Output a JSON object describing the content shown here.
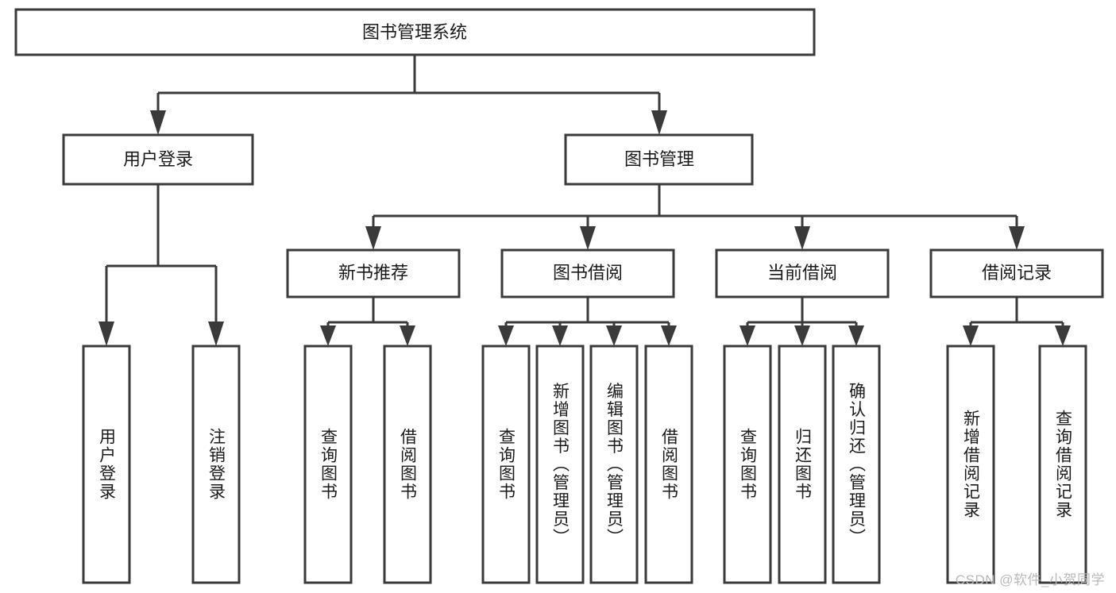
{
  "diagram": {
    "type": "hierarchy-tree",
    "title": "图书管理系统",
    "orientation": "top-down",
    "levels": 4,
    "colors": {
      "box_stroke": "#3a3a3a",
      "box_fill": "#ffffff",
      "connector": "#3a3a3a",
      "text": "#1a1a1a",
      "watermark": "#b9b9b9",
      "background": "#ffffff"
    },
    "root": {
      "label": "图书管理系统"
    },
    "level2": [
      {
        "label": "用户登录"
      },
      {
        "label": "图书管理"
      }
    ],
    "level3": [
      {
        "label": "新书推荐"
      },
      {
        "label": "图书借阅"
      },
      {
        "label": "当前借阅"
      },
      {
        "label": "借阅记录"
      }
    ],
    "leaves": {
      "user_login": [
        {
          "label": "用户登录"
        },
        {
          "label": "注销登录"
        }
      ],
      "new_book_recommend": [
        {
          "label": "查询图书"
        },
        {
          "label": "借阅图书"
        }
      ],
      "book_borrow": [
        {
          "label": "查询图书"
        },
        {
          "label": "新增图书（管理员）"
        },
        {
          "label": "编辑图书（管理员）"
        },
        {
          "label": "借阅图书"
        }
      ],
      "current_borrow": [
        {
          "label": "查询图书"
        },
        {
          "label": "归还图书"
        },
        {
          "label": "确认归还（管理员）"
        }
      ],
      "borrow_record": [
        {
          "label": "新增借阅记录"
        },
        {
          "label": "查询借阅记录"
        }
      ]
    }
  },
  "watermark": {
    "text": "CSDN @软件_小贺同学"
  }
}
